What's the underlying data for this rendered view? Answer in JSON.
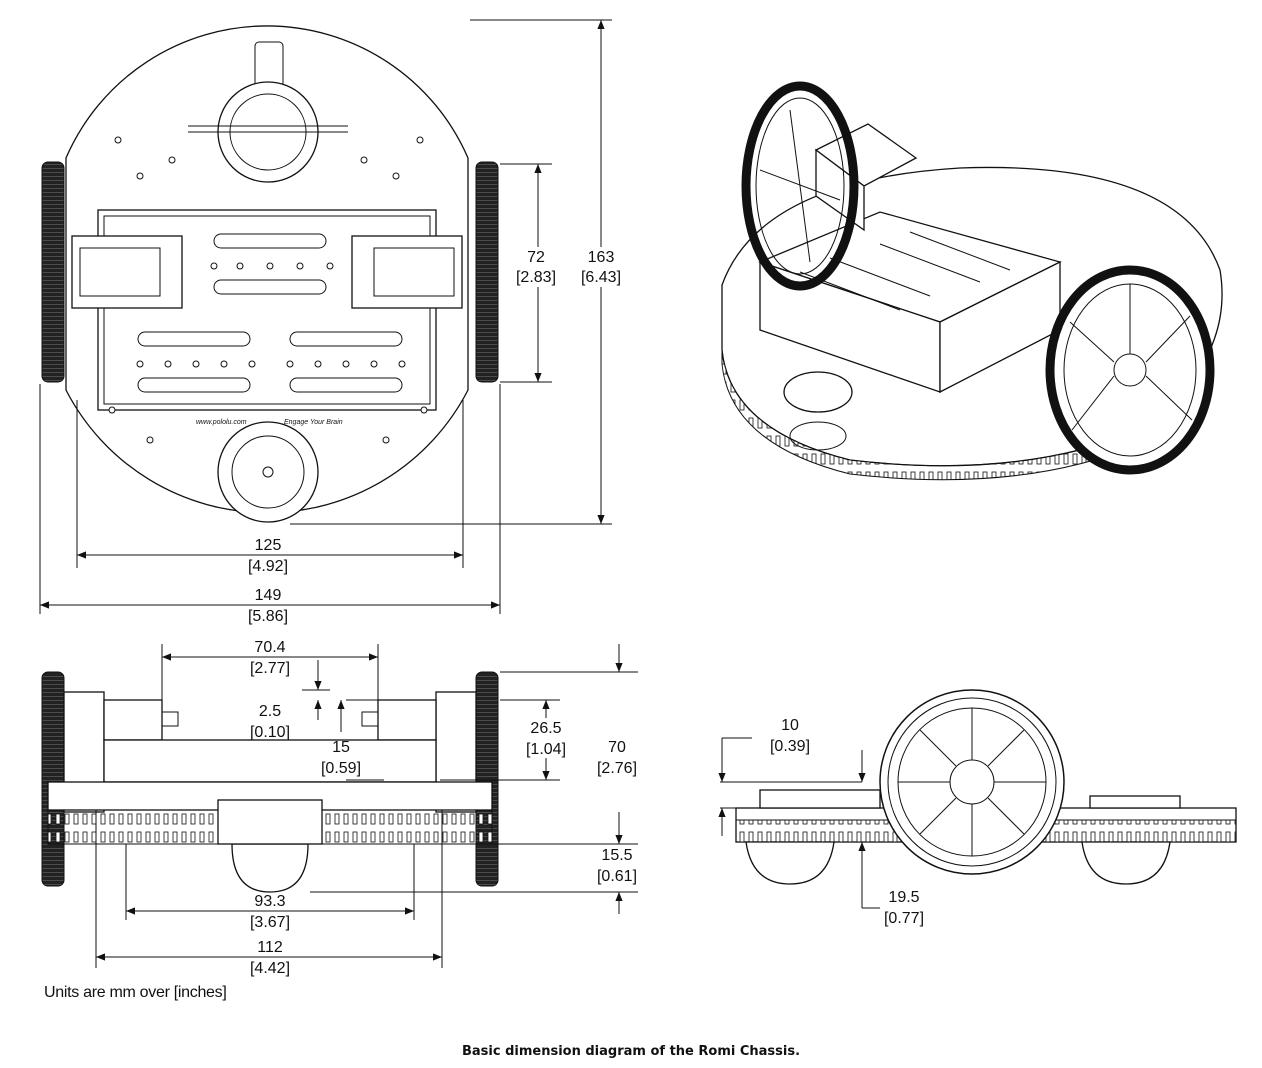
{
  "dimensions": {
    "top_wheel_span": {
      "mm": "72",
      "in": "[2.83]"
    },
    "top_total_length": {
      "mm": "163",
      "in": "[6.43]"
    },
    "top_plate_width": {
      "mm": "125",
      "in": "[4.92]"
    },
    "top_total_width": {
      "mm": "149",
      "in": "[5.86]"
    },
    "front_motor_span": {
      "mm": "70.4",
      "in": "[2.77]"
    },
    "front_motor_offset": {
      "mm": "2.5",
      "in": "[0.10]"
    },
    "front_motor_height": {
      "mm": "15",
      "in": "[0.59]"
    },
    "front_axle_height": {
      "mm": "26.5",
      "in": "[1.04]"
    },
    "front_total_height": {
      "mm": "70",
      "in": "[2.76]"
    },
    "front_ground_clearance": {
      "mm": "15.5",
      "in": "[0.61]"
    },
    "front_inner_width": {
      "mm": "93.3",
      "in": "[3.67]"
    },
    "front_base_width": {
      "mm": "112",
      "in": "[4.42]"
    },
    "side_deck_height": {
      "mm": "10",
      "in": "[0.39]"
    },
    "side_wheel_offset": {
      "mm": "19.5",
      "in": "[0.77]"
    }
  },
  "plate_text": {
    "brand": "www.pololu.com",
    "slogan": "Engage Your Brain"
  },
  "units_note": "Units are mm over [inches]",
  "caption": "Basic dimension diagram of the Romi Chassis."
}
